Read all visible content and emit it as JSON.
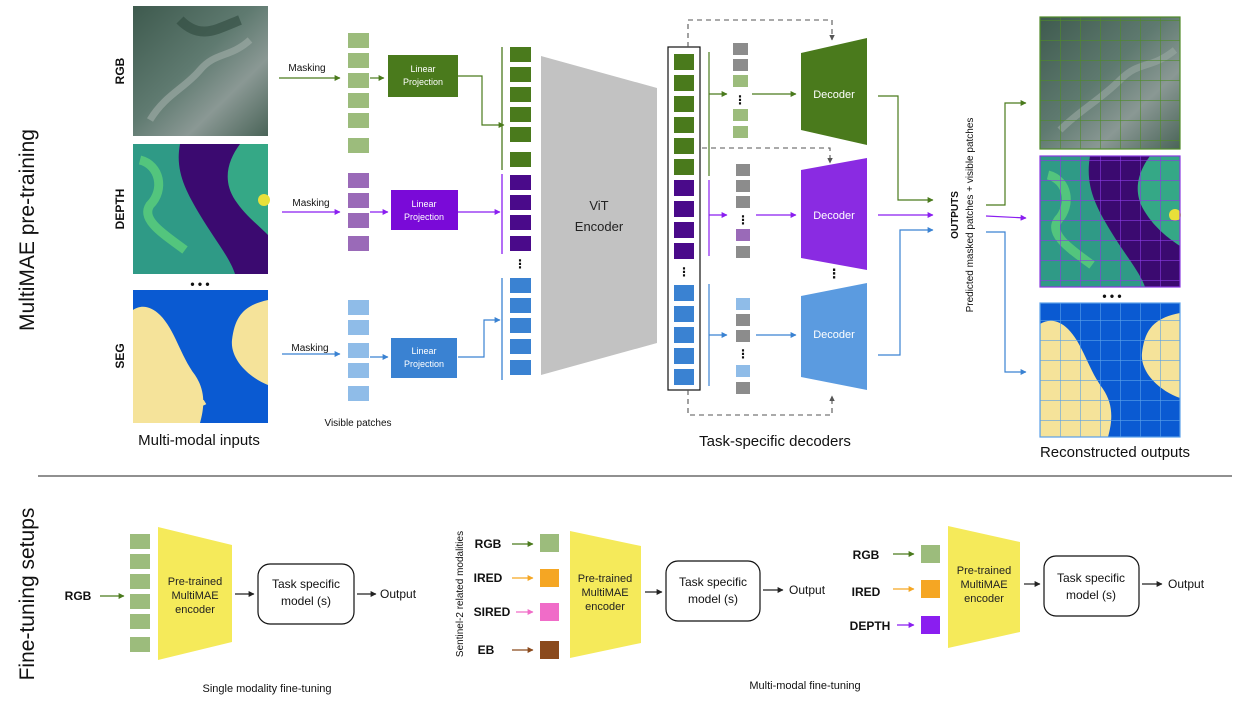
{
  "section_titles": {
    "pretraining": "MultiMAE pre-training",
    "finetuning": "Fine-tuning setups"
  },
  "inputs": {
    "rgb": "RGB",
    "depth": "DEPTH",
    "seg": "SEG",
    "ellipsis": "• • •",
    "caption": "Multi-modal inputs"
  },
  "masking": "Masking",
  "linear_projection": [
    "Linear",
    "Projection"
  ],
  "visible_patches": "Visible patches",
  "encoder": [
    "ViT",
    "Encoder"
  ],
  "decoder": "Decoder",
  "decoders_caption": "Task-specific decoders",
  "outputs": {
    "title": "OUTPUTS",
    "subtitle": "Predicted masked patches + visible patches",
    "ellipsis": "• • •",
    "caption": "Reconstructed outputs"
  },
  "single": {
    "input": "RGB",
    "encoder": [
      "Pre-trained",
      "MultiMAE",
      "encoder"
    ],
    "task": [
      "Task specific",
      "model (s)"
    ],
    "output": "Output",
    "caption": "Single modality fine-tuning"
  },
  "multi": {
    "side_label": "Sentinel-2 related modalities",
    "inputs1": [
      "RGB",
      "IRED",
      "SIRED",
      "EB"
    ],
    "inputs2": [
      "RGB",
      "IRED",
      "DEPTH"
    ],
    "encoder": [
      "Pre-trained",
      "MultiMAE",
      "encoder"
    ],
    "task": [
      "Task specific",
      "model (s)"
    ],
    "output": "Output",
    "caption": "Multi-modal fine-tuning"
  },
  "colors": {
    "rgb_dark": "#4a7a1c",
    "rgb_light": "#9cbc7c",
    "depth_dark": "#4a0a8a",
    "depth_mid": "#7a2bd0",
    "depth_light": "#9a6ab8",
    "seg_dark": "#3a82d2",
    "seg_light": "#8fbce8",
    "encoder_gray": "#c2c2c2",
    "mask_gray": "#8c8c8c",
    "yellow": "#f5ea5a",
    "ired": "#f5a623",
    "sired": "#f06cc8",
    "eb": "#8b4a1c",
    "depth_ft": "#8a1ef0"
  }
}
